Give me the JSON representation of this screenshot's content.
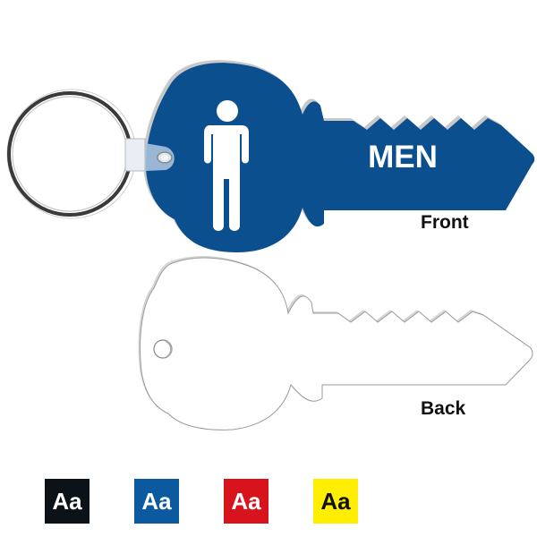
{
  "product": {
    "front": {
      "sign_text": "MEN",
      "icon": "man-restroom-icon",
      "label": "Front",
      "color": "#0b4f8f"
    },
    "back": {
      "label": "Back"
    }
  },
  "color_options": [
    {
      "text": "Aa",
      "name": "black",
      "bg": "#0b1318",
      "fg": "#ffffff"
    },
    {
      "text": "Aa",
      "name": "blue",
      "bg": "#0b5aa0",
      "fg": "#ffffff"
    },
    {
      "text": "Aa",
      "name": "red",
      "bg": "#d7141c",
      "fg": "#ffffff"
    },
    {
      "text": "Aa",
      "name": "yellow",
      "bg": "#ffee00",
      "fg": "#111111"
    }
  ]
}
